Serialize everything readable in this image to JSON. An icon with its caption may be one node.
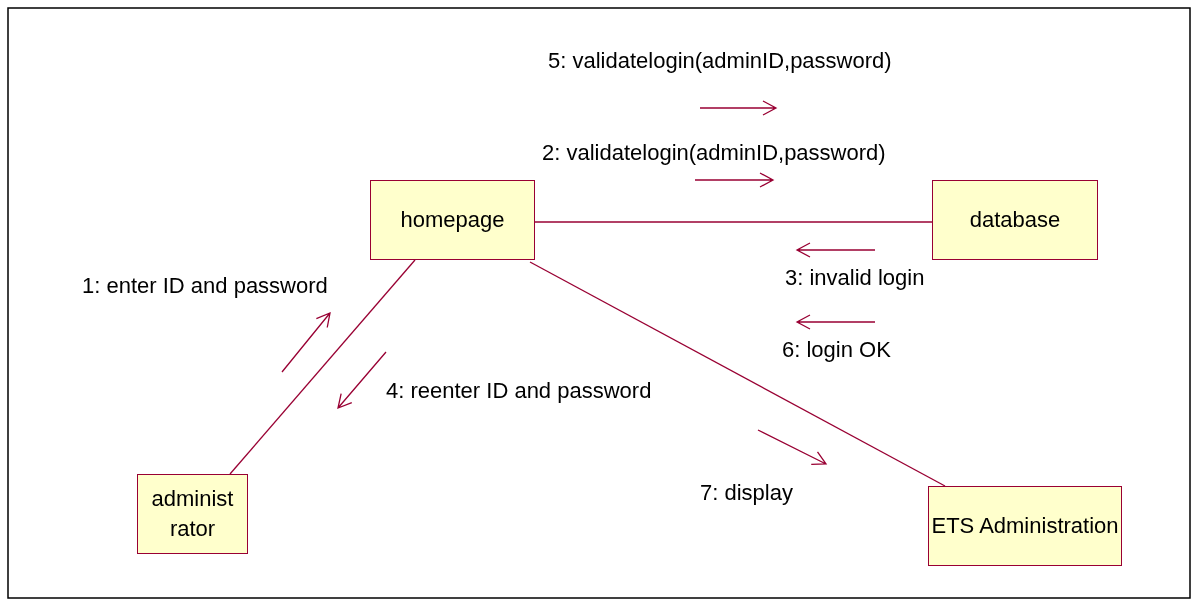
{
  "diagram": {
    "nodes": [
      {
        "text": [
          "homepage"
        ]
      },
      {
        "text": [
          "database"
        ]
      },
      {
        "text": [
          "administ rator"
        ]
      },
      {
        "text": [
          "ETS Administration"
        ]
      }
    ],
    "edges": [
      {
        "from": 0,
        "to": 1,
        "arrow": "none"
      },
      {
        "from": 0,
        "to": 2,
        "arrow": "none"
      },
      {
        "from": 0,
        "to": 3,
        "arrow": "none"
      }
    ],
    "labels": [
      "5: validatelogin(adminID,password)",
      "2: validatelogin(adminID,password)",
      "3: invalid login",
      "1: enter ID and password",
      "6: login OK",
      "4: reenter ID and password",
      "7: display"
    ]
  }
}
